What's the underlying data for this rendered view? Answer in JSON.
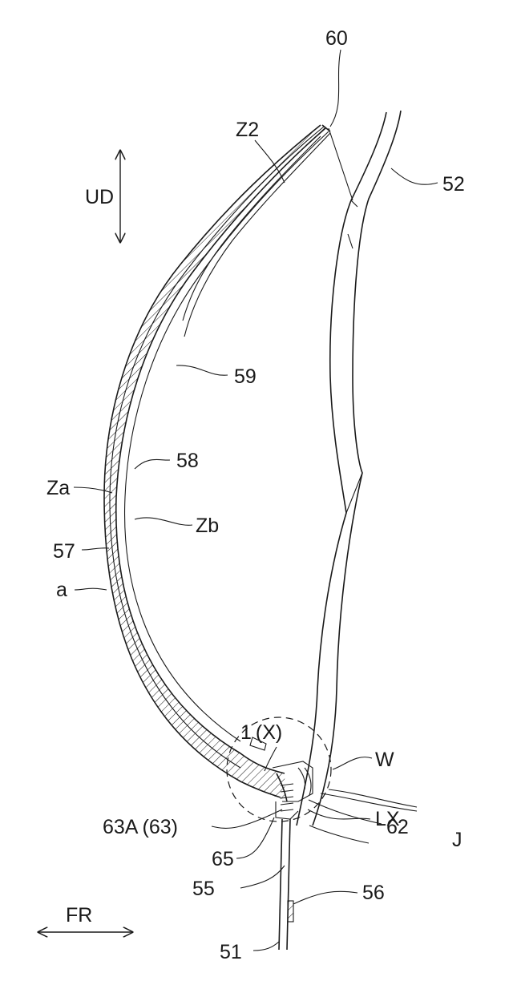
{
  "figure": {
    "labels": {
      "l60": "60",
      "lZ2": "Z2",
      "lUD": "UD",
      "l52": "52",
      "l59": "59",
      "l58": "58",
      "lZa": "Za",
      "lZb": "Zb",
      "l57": "57",
      "la": "a",
      "l1X": "1 (X)",
      "lW": "W",
      "lLX": "LX",
      "l63A": "63A (63)",
      "l62": "62",
      "lJ": "J",
      "l65": "65",
      "l56": "56",
      "lFR": "FR",
      "l55": "55",
      "l51": "51"
    }
  }
}
